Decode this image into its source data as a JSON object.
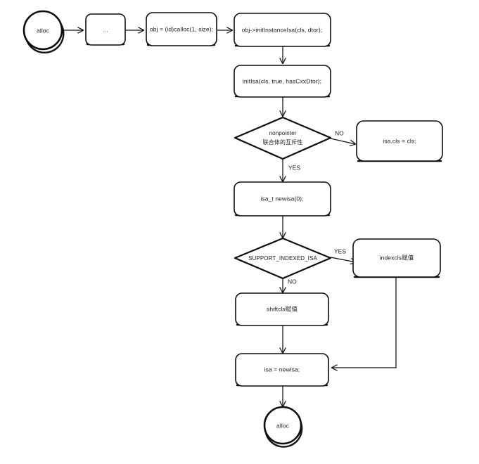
{
  "diagram": {
    "title": "alloc / initInstanceIsa flowchart",
    "background_color": "#ffffff",
    "stroke_color": "#111111",
    "text_color": "#1a1a1a",
    "nodes": [
      {
        "id": "start",
        "type": "terminal",
        "label": "alloc"
      },
      {
        "id": "ellipsis",
        "type": "process",
        "label": "..."
      },
      {
        "id": "calloc",
        "type": "process",
        "label": "obj = (id)calloc(1, size);"
      },
      {
        "id": "initinstance",
        "type": "process",
        "label": "obj->initInstanceIsa(cls, dtor);"
      },
      {
        "id": "initisa",
        "type": "process",
        "label": "initIsa(cls, true, hasCxxDtor);"
      },
      {
        "id": "nonpointer",
        "type": "decision",
        "label_line1": "nonpointer",
        "label_line2": "联合体的互斥性"
      },
      {
        "id": "isacls",
        "type": "process",
        "label": "isa.cls = cls;"
      },
      {
        "id": "newisa",
        "type": "process",
        "label": "isa_t newisa(0);"
      },
      {
        "id": "supportidx",
        "type": "decision",
        "label_line1": "SUPPORT_INDEXED_ISA",
        "label_line2": ""
      },
      {
        "id": "indexcls",
        "type": "process",
        "label": "indexcls赋值"
      },
      {
        "id": "shiftcls",
        "type": "process",
        "label": "shiftcls赋值"
      },
      {
        "id": "assignisa",
        "type": "process",
        "label": "isa = newisa;"
      },
      {
        "id": "end",
        "type": "terminal",
        "label": "alloc"
      }
    ],
    "edge_labels": {
      "nonpointer_no": "NO",
      "nonpointer_yes": "YES",
      "supportidx_yes": "YES",
      "supportidx_no": "NO"
    }
  }
}
